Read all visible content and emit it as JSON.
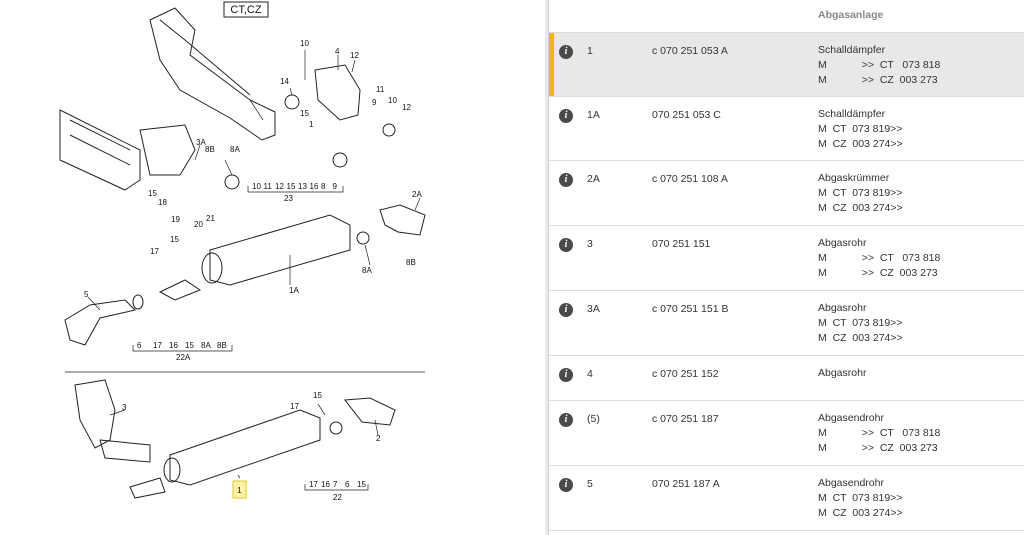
{
  "diagram": {
    "variant_label": "CT,CZ",
    "callouts": {
      "c10a": "10",
      "c4a": "4",
      "c12a": "12",
      "c14": "14",
      "c15a": "15",
      "c1b": "1",
      "c11": "11",
      "c10b": "10",
      "c12b": "12",
      "c9": "9",
      "c3a": "3A",
      "c8b1": "8B",
      "c8a1": "8A",
      "c15b": "15",
      "c18": "18",
      "c19": "19",
      "c21": "21",
      "c20": "20",
      "c2a": "2A",
      "c8a2": "8A",
      "c8b2": "8B",
      "c17a": "17",
      "c15c": "15",
      "c5": "5",
      "c1a": "1A",
      "c3": "3",
      "c15d": "15",
      "c17b": "17",
      "c2": "2",
      "c1": "1"
    },
    "legend1": [
      "10",
      "11",
      "12",
      "15",
      "13",
      "16",
      "8",
      "9"
    ],
    "legend1_total": "23",
    "legend2": [
      "6",
      "17",
      "16",
      "15",
      "8A",
      "8B"
    ],
    "legend2_total": "22A",
    "legend3": [
      "17",
      "16",
      "7",
      "6",
      "15"
    ],
    "legend3_total": "22"
  },
  "parts_panel": {
    "header": "Abgasanlage",
    "rows": [
      {
        "pos": "1",
        "partno": "c 070 251 053 A",
        "selected": true,
        "desc": [
          "Schalldämpfer",
          "M            >>  CT   073 818",
          "M            >>  CZ  003 273"
        ]
      },
      {
        "pos": "1A",
        "partno": "070 251 053 C",
        "selected": false,
        "desc": [
          "Schalldämpfer",
          "M  CT  073 819>>",
          "M  CZ  003 274>>"
        ]
      },
      {
        "pos": "2A",
        "partno": "c 070 251 108 A",
        "selected": false,
        "desc": [
          "Abgaskrümmer",
          "M  CT  073 819>>",
          "M  CZ  003 274>>"
        ]
      },
      {
        "pos": "3",
        "partno": "070 251 151",
        "selected": false,
        "desc": [
          "Abgasrohr",
          "M            >>  CT   073 818",
          "M            >>  CZ  003 273"
        ]
      },
      {
        "pos": "3A",
        "partno": "c 070 251 151 B",
        "selected": false,
        "desc": [
          "Abgasrohr",
          "M  CT  073 819>>",
          "M  CZ  003 274>>"
        ]
      },
      {
        "pos": "4",
        "partno": "c 070 251 152",
        "selected": false,
        "desc": [
          "Abgasrohr"
        ]
      },
      {
        "pos": "(5)",
        "partno": "c 070 251 187",
        "selected": false,
        "desc": [
          "Abgasendrohr",
          "M            >>  CT   073 818",
          "M            >>  CZ  003 273"
        ]
      },
      {
        "pos": "5",
        "partno": "070 251 187 A",
        "selected": false,
        "desc": [
          "Abgasendrohr",
          "M  CT  073 819>>",
          "M  CZ  003 274>>"
        ]
      }
    ]
  }
}
